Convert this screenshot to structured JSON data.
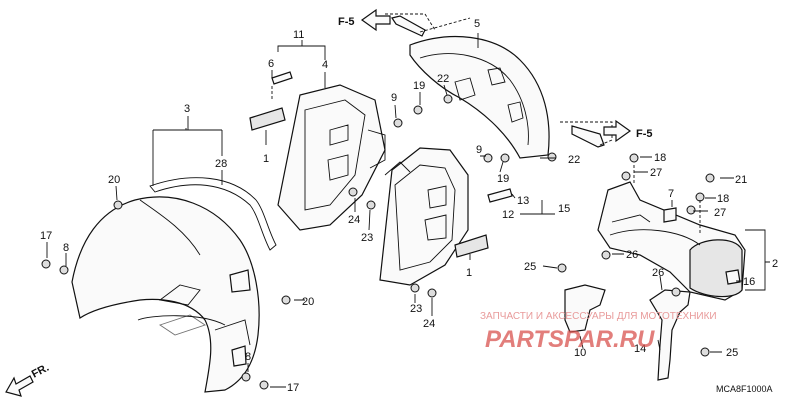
{
  "diagram": {
    "code": "MCA8F1000A",
    "direction_label": "FR.",
    "refs": [
      "F-5",
      "F-5"
    ],
    "callouts": [
      "1",
      "1",
      "2",
      "3",
      "4",
      "5",
      "6",
      "7",
      "8",
      "8",
      "9",
      "9",
      "10",
      "11",
      "12",
      "13",
      "14",
      "15",
      "16",
      "17",
      "17",
      "18",
      "18",
      "19",
      "19",
      "20",
      "20",
      "21",
      "22",
      "22",
      "23",
      "23",
      "24",
      "24",
      "25",
      "25",
      "26",
      "26",
      "27",
      "27",
      "28"
    ],
    "watermark": {
      "text": "ЗАПЧАСТИ И АКСЕССУАРЫ ДЛЯ МОТОТЕХНИКИ",
      "logo": "PARTSPAR.RU"
    }
  }
}
